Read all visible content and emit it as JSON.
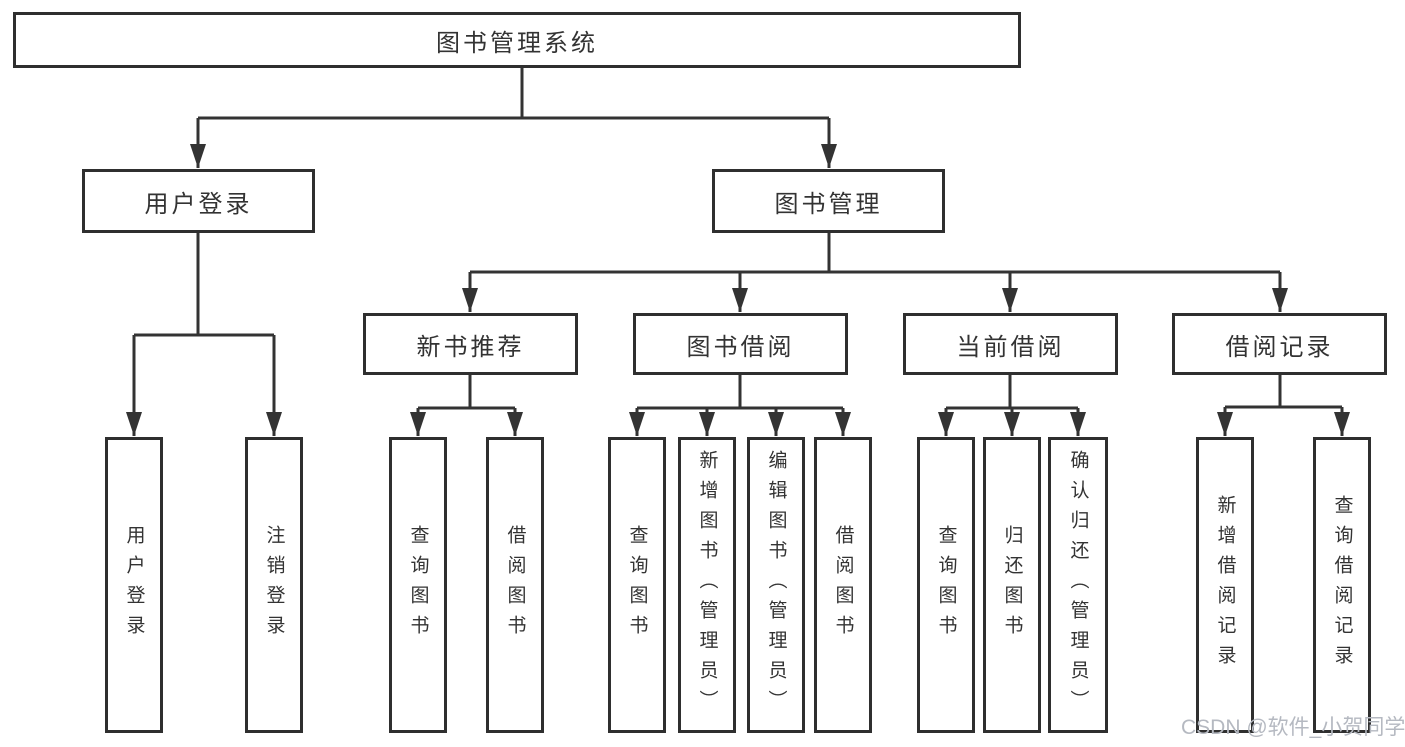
{
  "tree": {
    "root": {
      "label": "图书管理系统"
    },
    "branches": [
      {
        "label": "用户登录",
        "children": [
          {
            "label": "用户登录"
          },
          {
            "label": "注销登录"
          }
        ]
      },
      {
        "label": "图书管理",
        "groups": [
          {
            "label": "新书推荐",
            "children": [
              {
                "label": "查询图书"
              },
              {
                "label": "借阅图书"
              }
            ]
          },
          {
            "label": "图书借阅",
            "children": [
              {
                "label": "查询图书"
              },
              {
                "label": "新增图书（管理员）"
              },
              {
                "label": "编辑图书（管理员）"
              },
              {
                "label": "借阅图书"
              }
            ]
          },
          {
            "label": "当前借阅",
            "children": [
              {
                "label": "查询图书"
              },
              {
                "label": "归还图书"
              },
              {
                "label": "确认归还（管理员）"
              }
            ]
          },
          {
            "label": "借阅记录",
            "children": [
              {
                "label": "新增借阅记录"
              },
              {
                "label": "查询借阅记录"
              }
            ]
          }
        ]
      }
    ]
  },
  "watermark": {
    "label": "CSDN @软件_小贺同学",
    "color": "#b5b9c1"
  },
  "colors": {
    "line": "#333333",
    "box_border": "#2f2f2f",
    "text": "#333333",
    "background": "#ffffff"
  }
}
